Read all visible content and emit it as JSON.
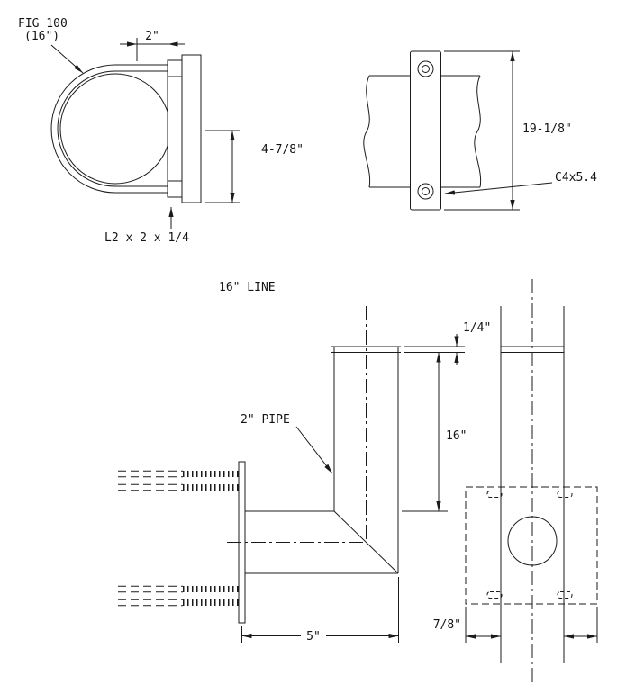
{
  "drawing": {
    "clamp_view": {
      "fig_label_line1": "FIG 100",
      "fig_label_line2": "(16\")",
      "dim_top": "2\"",
      "dim_side": "4-7/8\"",
      "angle_note": "L2 x 2 x 1/4"
    },
    "channel_view": {
      "dim_height": "19-1/8\"",
      "channel_note": "C4x5.4"
    },
    "line_note": "16\" LINE",
    "elbow_view": {
      "dim_cap": "1/4\"",
      "dim_height": "16\"",
      "pipe_note": "2\" PIPE",
      "dim_width": "5\""
    },
    "base_view": {
      "dim_offset": "7/8\""
    }
  }
}
